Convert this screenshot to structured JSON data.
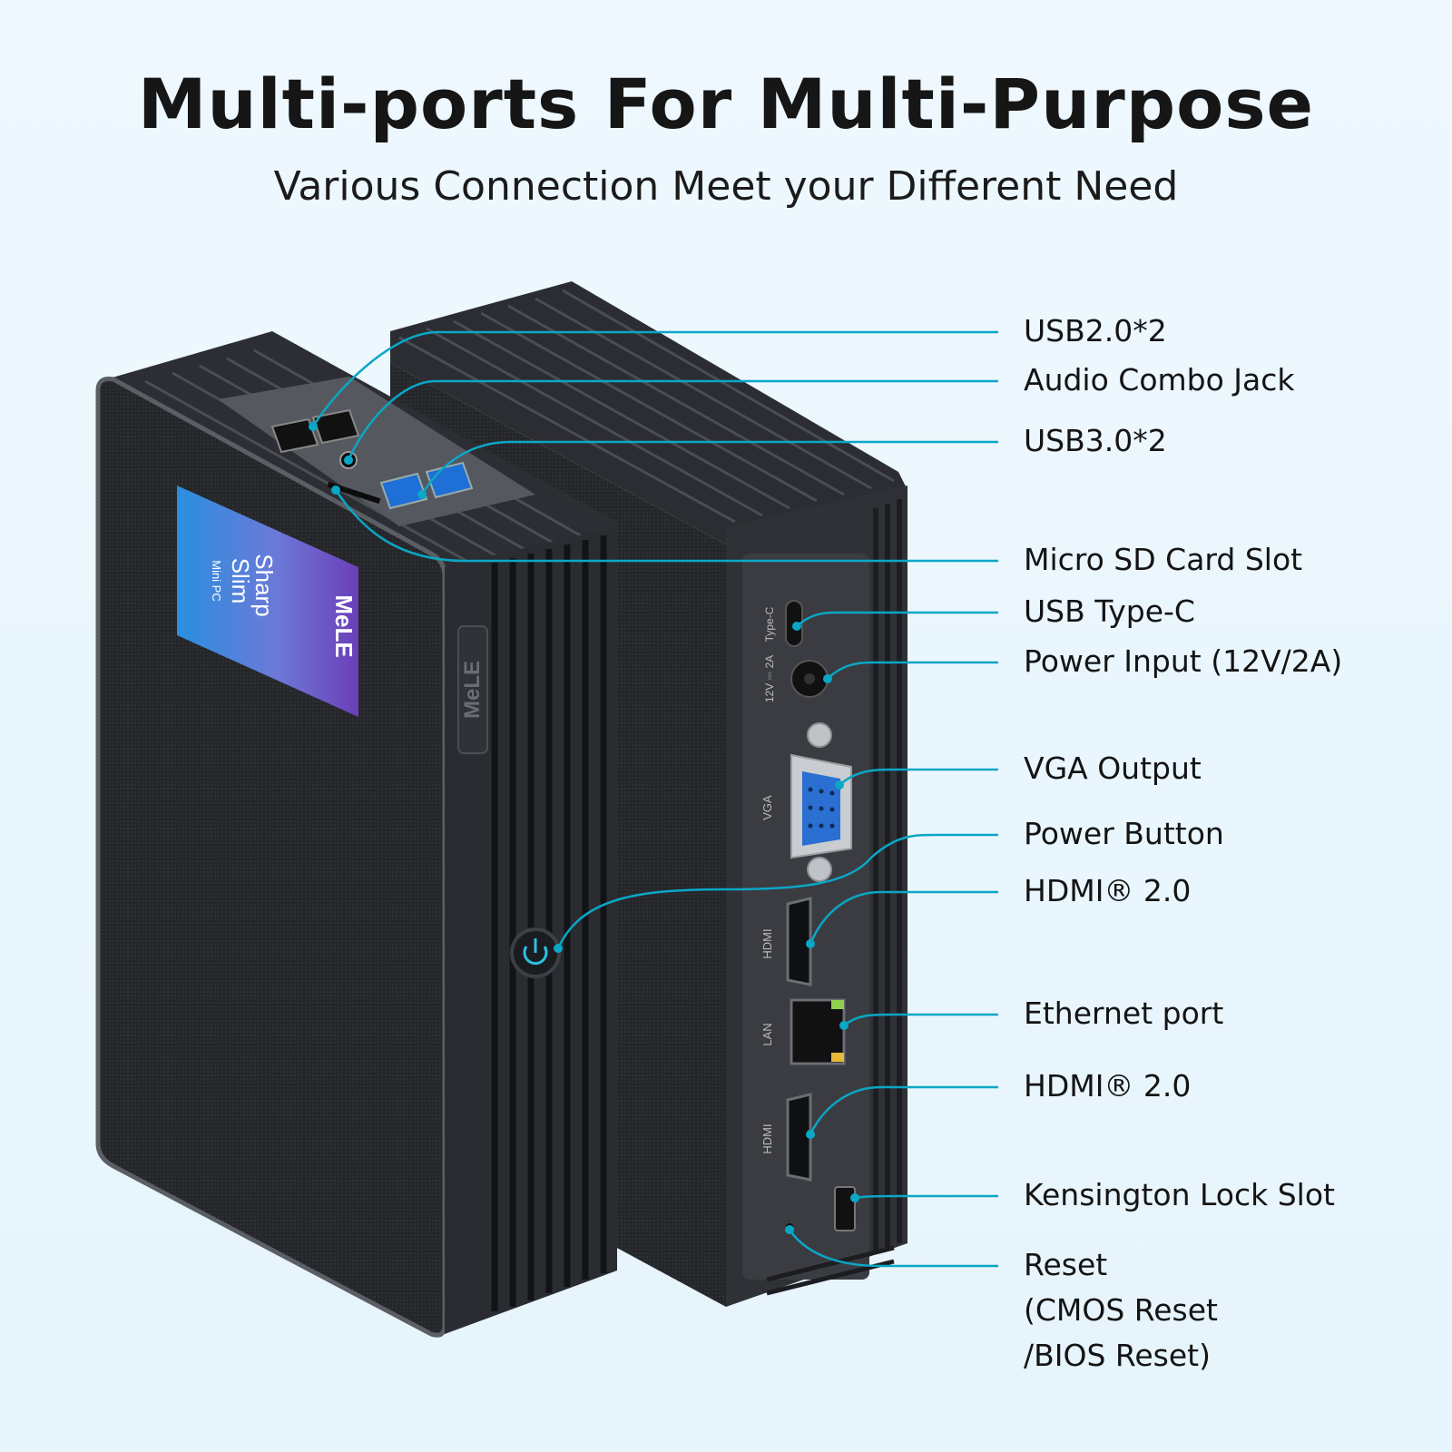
{
  "header": {
    "title": "Multi-ports For Multi-Purpose",
    "subtitle": "Various Connection Meet your Different Need"
  },
  "colors": {
    "background": "#eaf6fd",
    "callout_line": "#0aa7c6",
    "device_body": "#2a2c31",
    "accent_port": "#1e6fd6"
  },
  "callouts": [
    {
      "id": "usb2",
      "text": "USB2.0*2"
    },
    {
      "id": "audio",
      "text": "Audio Combo Jack"
    },
    {
      "id": "usb3",
      "text": "USB3.0*2"
    },
    {
      "id": "microsd",
      "text": "Micro SD Card Slot"
    },
    {
      "id": "typec",
      "text": "USB Type-C"
    },
    {
      "id": "power_input",
      "text": "Power Input (12V/2A)"
    },
    {
      "id": "vga",
      "text": "VGA Output"
    },
    {
      "id": "power_button",
      "text": "Power Button"
    },
    {
      "id": "hdmi1",
      "text": "HDMI® 2.0"
    },
    {
      "id": "ethernet",
      "text": "Ethernet port"
    },
    {
      "id": "hdmi2",
      "text": "HDMI® 2.0"
    },
    {
      "id": "kensington",
      "text": "Kensington Lock Slot"
    },
    {
      "id": "reset",
      "text": "Reset"
    },
    {
      "id": "reset2",
      "text": "(CMOS Reset"
    },
    {
      "id": "reset3",
      "text": "/BIOS Reset)"
    }
  ],
  "device": {
    "brand": "MeLE",
    "sticker_line1": "Sharp",
    "sticker_line2": "Slim",
    "sticker_line3": "Mini PC",
    "port_labels": {
      "typec": "Type-C",
      "power": "12V ⎓ 2A",
      "vga": "VGA",
      "hdmi": "HDMI",
      "lan": "LAN"
    }
  }
}
